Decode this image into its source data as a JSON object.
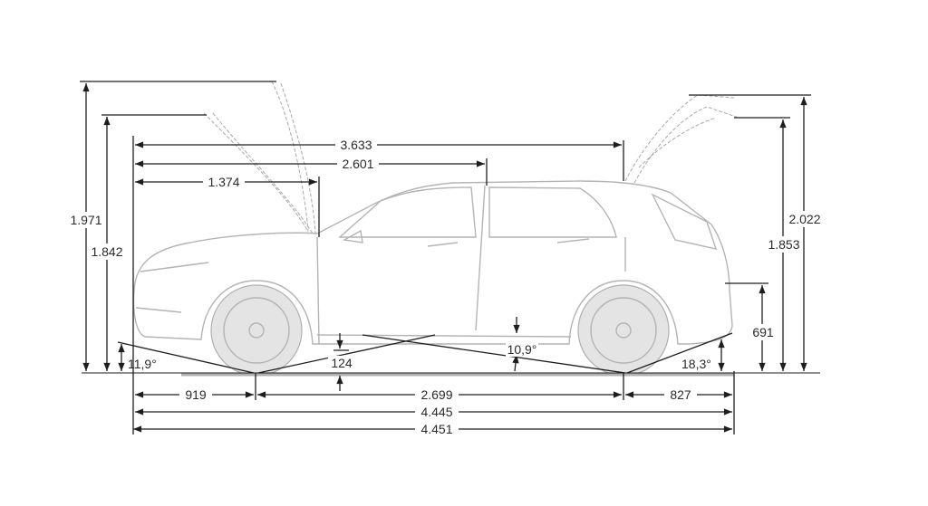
{
  "title": "Vehicle side dimensions",
  "dimensions": {
    "overall_height_open_hood": "1.971",
    "height_hood_front": "1.842",
    "hood_to_rear_open": "3.633",
    "front_to_b_pillar": "2.601",
    "front_to_windscreen": "1.374",
    "overall_height_open_tailgate": "2.022",
    "height_tailgate": "1.853",
    "loading_sill_height": "691",
    "approach_angle": "11,9°",
    "ground_clearance": "124",
    "ramp_angle": "10,9°",
    "departure_angle": "18,3°",
    "front_overhang": "919",
    "wheelbase": "2.699",
    "rear_overhang": "827",
    "overall_length": "4.445",
    "overall_length_alt": "4.451"
  }
}
